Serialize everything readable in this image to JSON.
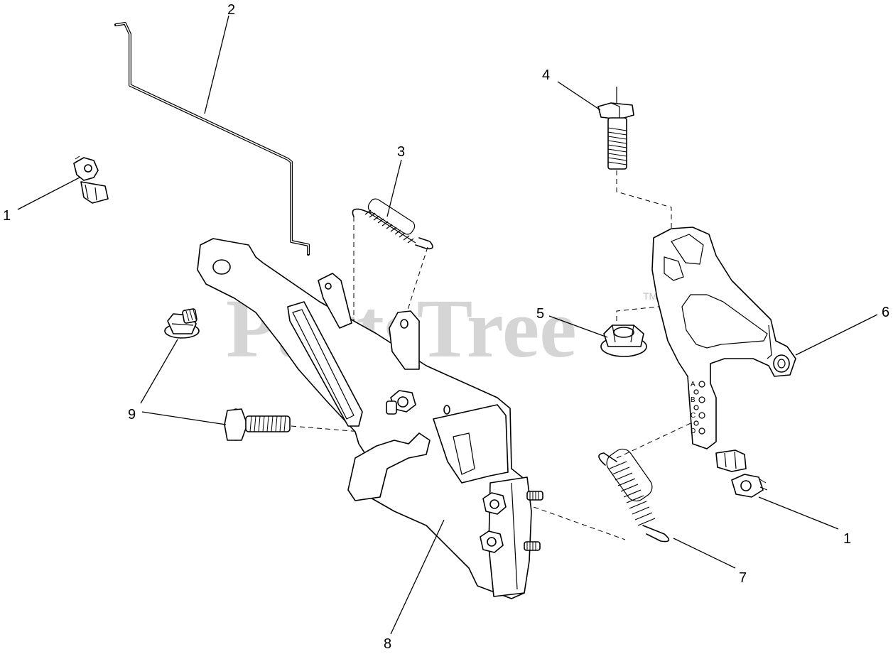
{
  "watermark": {
    "text": "PartsTree",
    "mark": "TM"
  },
  "callouts": {
    "c1a": "1",
    "c1b": "1",
    "c2": "2",
    "c3": "3",
    "c4": "4",
    "c5": "5",
    "c6": "6",
    "c7": "7",
    "c8": "8",
    "c9": "9"
  },
  "plate_letters": [
    "A",
    "B",
    "C",
    "D"
  ]
}
